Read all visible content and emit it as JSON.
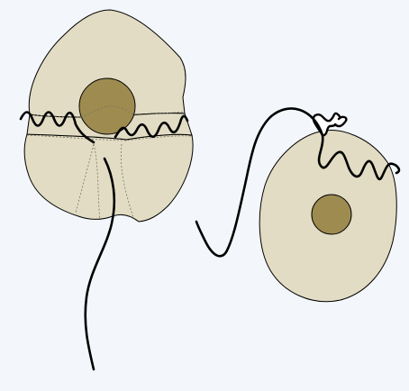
{
  "colors": {
    "background": "#f3f6fb",
    "cell_fill": "#e2dcc4",
    "nucleus_fill": "#9e8b50",
    "outline": "#000000",
    "furrow": "#7a7560"
  },
  "cells": [
    {
      "name": "armored-cell",
      "parts": [
        "epitheca",
        "hypotheca",
        "girdle",
        "sulcus",
        "nucleus",
        "transverse-flagellum",
        "longitudinal-flagellum"
      ]
    },
    {
      "name": "naked-cell",
      "parts": [
        "cell-body",
        "nucleus",
        "apical-flagellum-coil",
        "trailing-flagellum"
      ]
    }
  ]
}
